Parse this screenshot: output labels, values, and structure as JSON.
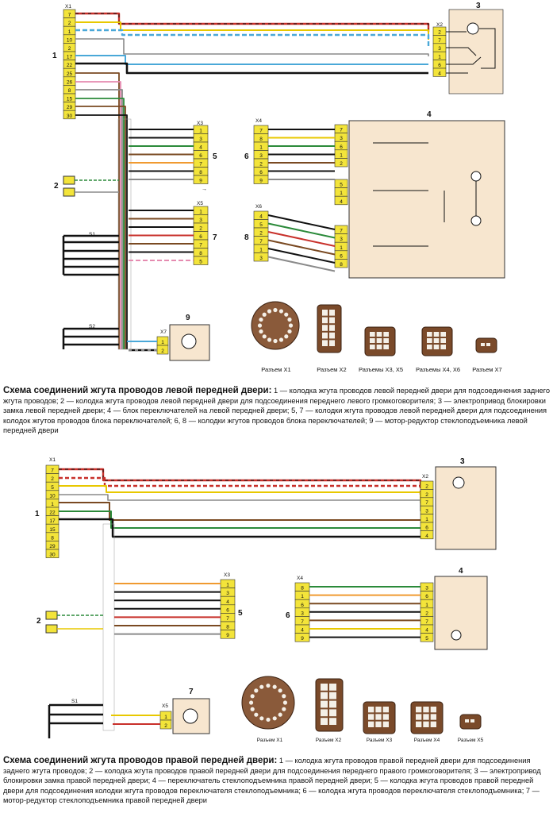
{
  "top": {
    "x1": {
      "name": "X1",
      "pins": [
        "7",
        "2",
        "1",
        "10",
        "2",
        "17",
        "22",
        "25",
        "26",
        "8",
        "15",
        "29",
        "30"
      ]
    },
    "x2": {
      "name": "X2",
      "pins": [
        "2",
        "7",
        "3",
        "1",
        "6",
        "4"
      ]
    },
    "x3": {
      "name": "X3",
      "pins": [
        "1",
        "3",
        "4",
        "6",
        "7",
        "8",
        "9"
      ]
    },
    "x5": {
      "name": "X5",
      "pins": [
        "1",
        "3",
        "2",
        "6",
        "7",
        "8",
        "5"
      ]
    },
    "x4": {
      "name": "X4",
      "pins": [
        "7",
        "8",
        "1",
        "3",
        "2",
        "6",
        "9"
      ]
    },
    "x6": {
      "name": "X6",
      "pins": [
        "4",
        "5",
        "2",
        "7",
        "1",
        "3"
      ]
    },
    "x4b": {
      "pins": [
        "7",
        "3",
        "6",
        "1",
        "2",
        "5",
        "1",
        "4"
      ]
    },
    "block4b": {
      "pins": [
        "7",
        "3",
        "1",
        "6",
        "8"
      ]
    },
    "x7": {
      "name": "X7",
      "pins": [
        "1",
        "2"
      ]
    },
    "nums": {
      "n1": "1",
      "n2": "2",
      "n3": "3",
      "n4": "4",
      "n5": "5",
      "n6": "6",
      "n7": "7",
      "n8": "8",
      "n9": "9"
    },
    "s1": "S1",
    "s2": "S2",
    "connectors": [
      "Разъем X1",
      "Разъем X2",
      "Разъемы X3, X5",
      "Разъемы X4, X6",
      "Разъем X7"
    ],
    "caption_title": "Схема соединений жгута проводов левой передней двери:",
    "caption_body": "1 — колодка жгута проводов левой передней двери для подсоединения заднего жгута проводов; 2 — колодка жгута проводов левой передней двери для подсоединения переднего левого громкоговорителя; 3 — электропривод блокировки замка левой передней двери; 4 — блок переключателей на левой передней двери; 5, 7 — колодки жгута проводов левой передней двери для подсоединения колодок жгутов проводов блока переключателей; 6, 8 — колодки жгутов проводов блока переключателей; 9 — мотор-редуктор стеклоподъемника левой передней двери"
  },
  "bottom": {
    "x1": {
      "name": "X1",
      "pins": [
        "7",
        "2",
        "5",
        "10",
        "1",
        "22",
        "17",
        "15",
        "8",
        "29",
        "30"
      ]
    },
    "x2": {
      "name": "X2",
      "pins": [
        "2",
        "2",
        "7",
        "3",
        "1",
        "6",
        "4"
      ]
    },
    "x3": {
      "name": "X3",
      "pins": [
        "1",
        "3",
        "4",
        "6",
        "7",
        "8",
        "9"
      ]
    },
    "x4": {
      "name": "X4",
      "pins": [
        "8",
        "1",
        "6",
        "3",
        "7",
        "4",
        "9"
      ]
    },
    "b4": {
      "pins": [
        "3",
        "6",
        "1",
        "2",
        "7",
        "4",
        "5"
      ]
    },
    "x5": {
      "name": "X5",
      "pins": [
        "1",
        "2"
      ]
    },
    "nums": {
      "n1": "1",
      "n2": "2",
      "n3": "3",
      "n4": "4",
      "n5": "5",
      "n6": "6",
      "n7": "7"
    },
    "s1": "S1",
    "connectors": [
      "Разъем X1",
      "Разъем X2",
      "Разъем X3",
      "Разъем X4",
      "Разъем X5"
    ],
    "caption_title": "Схема соединений жгута проводов правой передней двери:",
    "caption_body": "1 — колодка жгута проводов правой передней двери для подсоединения заднего жгута проводов; 2 — колодка жгута проводов правой передней двери для подсоединения переднего правого громкоговорителя; 3 — электропривод блокировки замка правой передней двери; 4 — переключатель стеклоподъемника правой передней двери; 5 — колодка жгута проводов правой передней двери для подсоединения колодки жгута проводов переключателя стеклоподъемника; 6 — колодка жгута проводов переключателя стеклоподъемника; 7 — мотор-редуктор стеклоподъемника правой передней двери"
  }
}
